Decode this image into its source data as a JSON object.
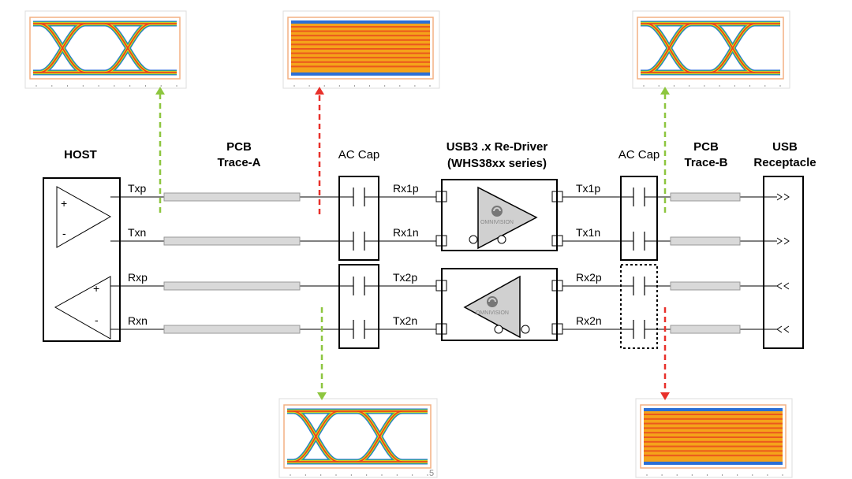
{
  "headers": {
    "host": "HOST",
    "pcb_a_1": "PCB",
    "pcb_a_2": "Trace-A",
    "ac_cap_a": "AC Cap",
    "redriver_1": "USB3 .x Re-Driver",
    "redriver_2": "(WHS38xx series)",
    "ac_cap_b": "AC Cap",
    "pcb_b_1": "PCB",
    "pcb_b_2": "Trace-B",
    "usb_1": "USB",
    "usb_2": "Receptacle"
  },
  "host_signals": [
    "Txp",
    "Txn",
    "Rxp",
    "Rxn"
  ],
  "redriver_left": [
    "Rx1p",
    "Rx1n",
    "Tx2p",
    "Tx2n"
  ],
  "redriver_right": [
    "Tx1p",
    "Tx1n",
    "Rx2p",
    "Rx2n"
  ],
  "polarity": {
    "plus": "+",
    "minus": "-"
  },
  "logo_text": "OMNIVISION",
  "page_number": "5",
  "eye_diagrams": [
    {
      "id": "host-tx-output",
      "kind": "open-eye",
      "arrow_color": "#8dc63f"
    },
    {
      "id": "redriver-rx1-input",
      "kind": "closed-eye",
      "arrow_color": "#e8302a"
    },
    {
      "id": "receptacle-tx-output",
      "kind": "open-eye",
      "arrow_color": "#8dc63f"
    },
    {
      "id": "host-rx-input",
      "kind": "open-eye",
      "arrow_color": "#8dc63f"
    },
    {
      "id": "receptacle-rx-input",
      "kind": "closed-eye",
      "arrow_color": "#e8302a"
    }
  ],
  "colors": {
    "trace": "#d9d9d9",
    "chip": "#d0d0d0",
    "green": "#8dc63f",
    "red": "#e8302a",
    "eye_frame": "#f4b183"
  }
}
